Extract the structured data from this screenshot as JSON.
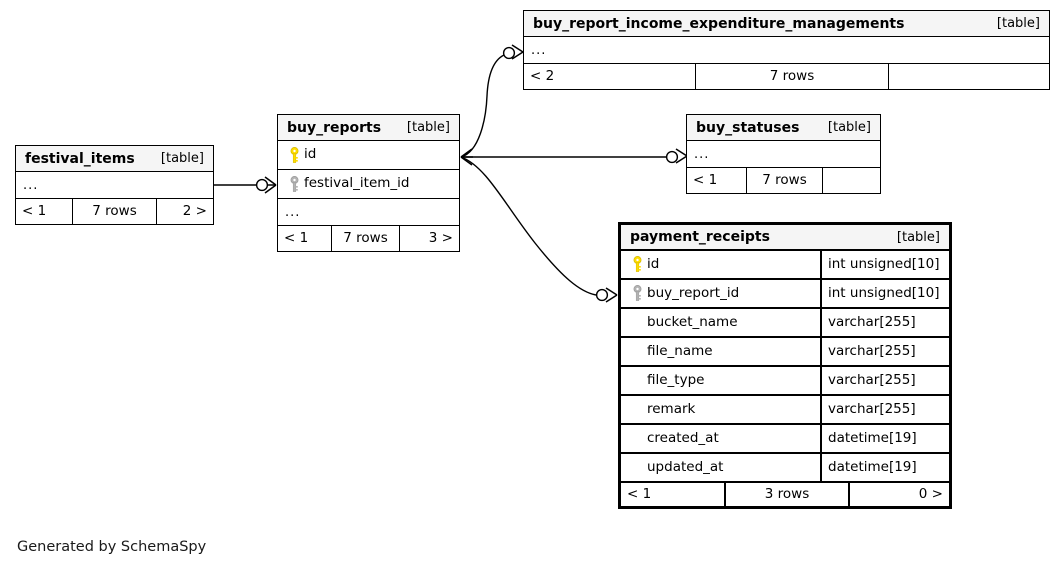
{
  "diagram": {
    "type": "entity-relationship-diagram",
    "generator_credit": "Generated by SchemaSpy",
    "kind_label": "[table]",
    "ellipsis": "...",
    "colors": {
      "background": "#ffffff",
      "border": "#000000",
      "header_fill": "#f5f5f5",
      "primary_key_icon": "#ffdd00",
      "foreign_key_icon": "#aaaaaa",
      "text": "#000000"
    }
  },
  "tables": [
    {
      "id": "festival_items",
      "name": "festival_items",
      "kind": "[table]",
      "focal": false,
      "columns": [],
      "has_ellipsis": true,
      "footer": {
        "left": "< 1",
        "center": "7 rows",
        "right": "2 >"
      }
    },
    {
      "id": "buy_reports",
      "name": "buy_reports",
      "kind": "[table]",
      "focal": false,
      "columns": [
        {
          "name": "id",
          "key": "primary",
          "type": ""
        },
        {
          "name": "festival_item_id",
          "key": "foreign",
          "type": ""
        }
      ],
      "has_ellipsis": true,
      "footer": {
        "left": "< 1",
        "center": "7 rows",
        "right": "3 >"
      }
    },
    {
      "id": "buy_report_income_expenditure_managements",
      "name": "buy_report_income_expenditure_managements",
      "kind": "[table]",
      "focal": false,
      "columns": [],
      "has_ellipsis": true,
      "footer": {
        "left": "< 2",
        "center": "7 rows",
        "right": ""
      }
    },
    {
      "id": "buy_statuses",
      "name": "buy_statuses",
      "kind": "[table]",
      "focal": false,
      "columns": [],
      "has_ellipsis": true,
      "footer": {
        "left": "< 1",
        "center": "7 rows",
        "right": ""
      }
    },
    {
      "id": "payment_receipts",
      "name": "payment_receipts",
      "kind": "[table]",
      "focal": true,
      "columns": [
        {
          "name": "id",
          "key": "primary",
          "type": "int unsigned[10]"
        },
        {
          "name": "buy_report_id",
          "key": "foreign",
          "type": "int unsigned[10]"
        },
        {
          "name": "bucket_name",
          "key": "none",
          "type": "varchar[255]"
        },
        {
          "name": "file_name",
          "key": "none",
          "type": "varchar[255]"
        },
        {
          "name": "file_type",
          "key": "none",
          "type": "varchar[255]"
        },
        {
          "name": "remark",
          "key": "none",
          "type": "varchar[255]"
        },
        {
          "name": "created_at",
          "key": "none",
          "type": "datetime[19]"
        },
        {
          "name": "updated_at",
          "key": "none",
          "type": "datetime[19]"
        }
      ],
      "has_ellipsis": false,
      "footer": {
        "left": "< 1",
        "center": "3 rows",
        "right": "0 >"
      }
    }
  ],
  "relationships": [
    {
      "id": "rel-festival-items-buy-reports",
      "from": "festival_items",
      "to": "buy_reports"
    },
    {
      "id": "rel-buy-reports-income-expenditure",
      "from": "buy_reports",
      "to": "buy_report_income_expenditure_managements"
    },
    {
      "id": "rel-buy-reports-buy-statuses",
      "from": "buy_reports",
      "to": "buy_statuses"
    },
    {
      "id": "rel-buy-reports-payment-receipts",
      "from": "buy_reports",
      "to": "payment_receipts"
    }
  ]
}
